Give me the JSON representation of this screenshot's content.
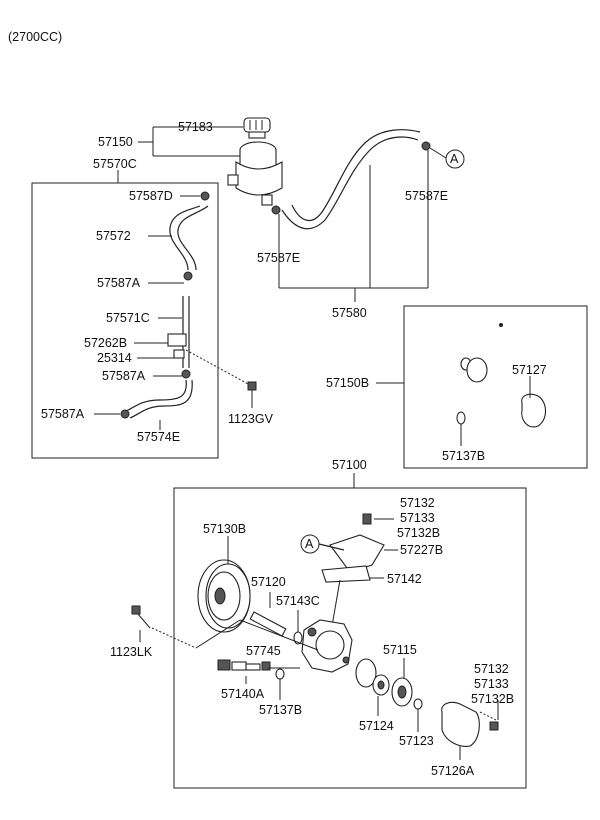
{
  "header": {
    "engine_label": "(2700CC)"
  },
  "marker_letter": "A",
  "labels": {
    "57183": "57183",
    "57150": "57150",
    "57570C": "57570C",
    "57587D": "57587D",
    "57572": "57572",
    "57587A_1": "57587A",
    "57571C": "57571C",
    "57262B": "57262B",
    "25314": "25314",
    "57587A_2": "57587A",
    "57587A_3": "57587A",
    "57574E": "57574E",
    "1123GV": "1123GV",
    "57587E_1": "57587E",
    "57587E_2": "57587E",
    "57580": "57580",
    "57150B": "57150B",
    "57127": "57127",
    "57137B_1": "57137B",
    "57100": "57100",
    "57132_1": "57132",
    "57133_1": "57133",
    "57132B_1": "57132B",
    "57227B": "57227B",
    "57142": "57142",
    "57130B": "57130B",
    "57120": "57120",
    "57143C": "57143C",
    "1123LK": "1123LK",
    "57745": "57745",
    "57140A": "57140A",
    "57137B_2": "57137B",
    "57115": "57115",
    "57124": "57124",
    "57123": "57123",
    "57132_2": "57132",
    "57133_2": "57133",
    "57132B_2": "57132B",
    "57126A": "57126A"
  }
}
